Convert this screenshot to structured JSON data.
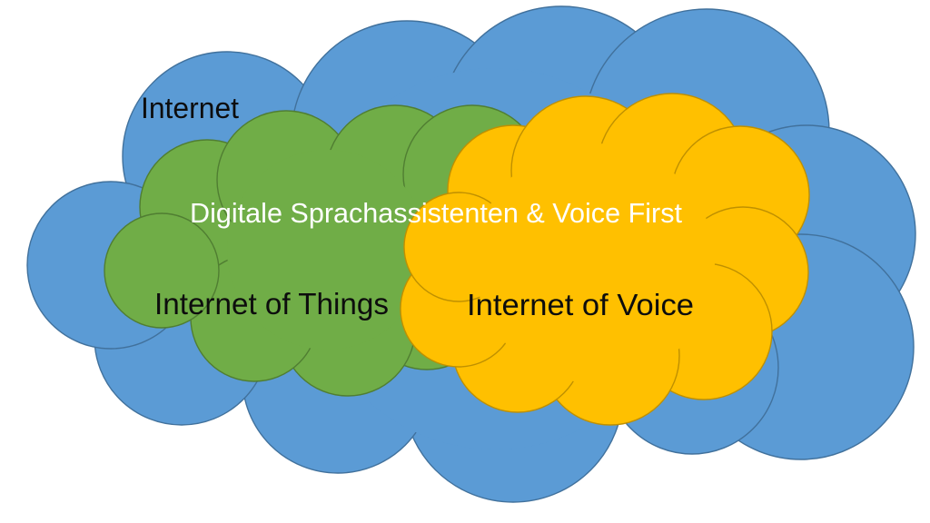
{
  "page": {
    "background": "#ffffff"
  },
  "clouds": {
    "internet": {
      "label": "Internet",
      "fill": "#5B9BD5",
      "stroke": "#41719C",
      "label_color": "#0D0D0D"
    },
    "things": {
      "label": "Internet of Things",
      "fill": "#70AD47",
      "stroke": "#507E32",
      "label_color": "#0D0D0D"
    },
    "voice": {
      "label": "Internet of Voice",
      "fill": "#FFC000",
      "stroke": "#BF9000",
      "label_color": "#0D0D0D"
    }
  },
  "overlap": {
    "label": "Digitale Sprachassistenten & Voice First",
    "color": "#FFFFFF"
  }
}
